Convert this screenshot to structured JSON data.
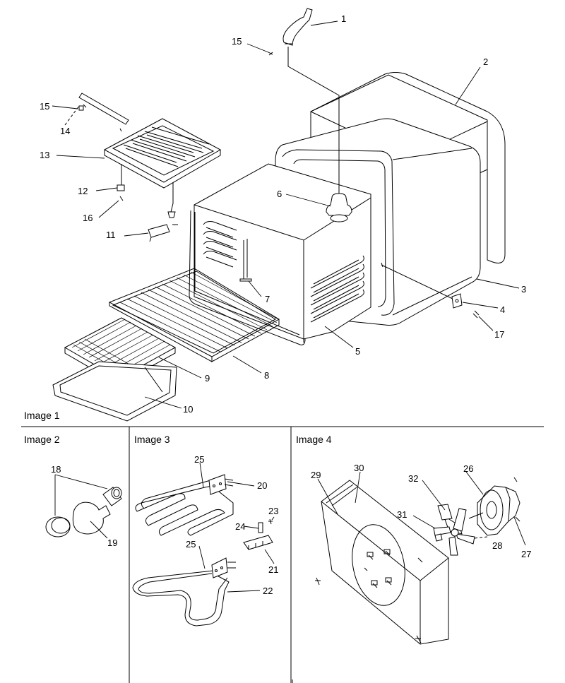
{
  "captions": {
    "image1": "Image 1",
    "image2": "Image 2",
    "image3": "Image 3",
    "image4": "Image 4"
  },
  "callouts": {
    "c1": "1",
    "c2": "2",
    "c3": "3",
    "c4": "4",
    "c5": "5",
    "c6": "6",
    "c7": "7",
    "c8": "8",
    "c9": "9",
    "c10": "10",
    "c11": "11",
    "c12": "12",
    "c13": "13",
    "c14": "14",
    "c15a": "15",
    "c15b": "15",
    "c16": "16",
    "c17": "17",
    "c18": "18",
    "c19": "19",
    "c20": "20",
    "c21": "21",
    "c22": "22",
    "c23": "23",
    "c24": "24",
    "c25a": "25",
    "c25b": "25",
    "c26": "26",
    "c27": "27",
    "c28": "28",
    "c29": "29",
    "c30": "30",
    "c31": "31",
    "c32": "32"
  }
}
